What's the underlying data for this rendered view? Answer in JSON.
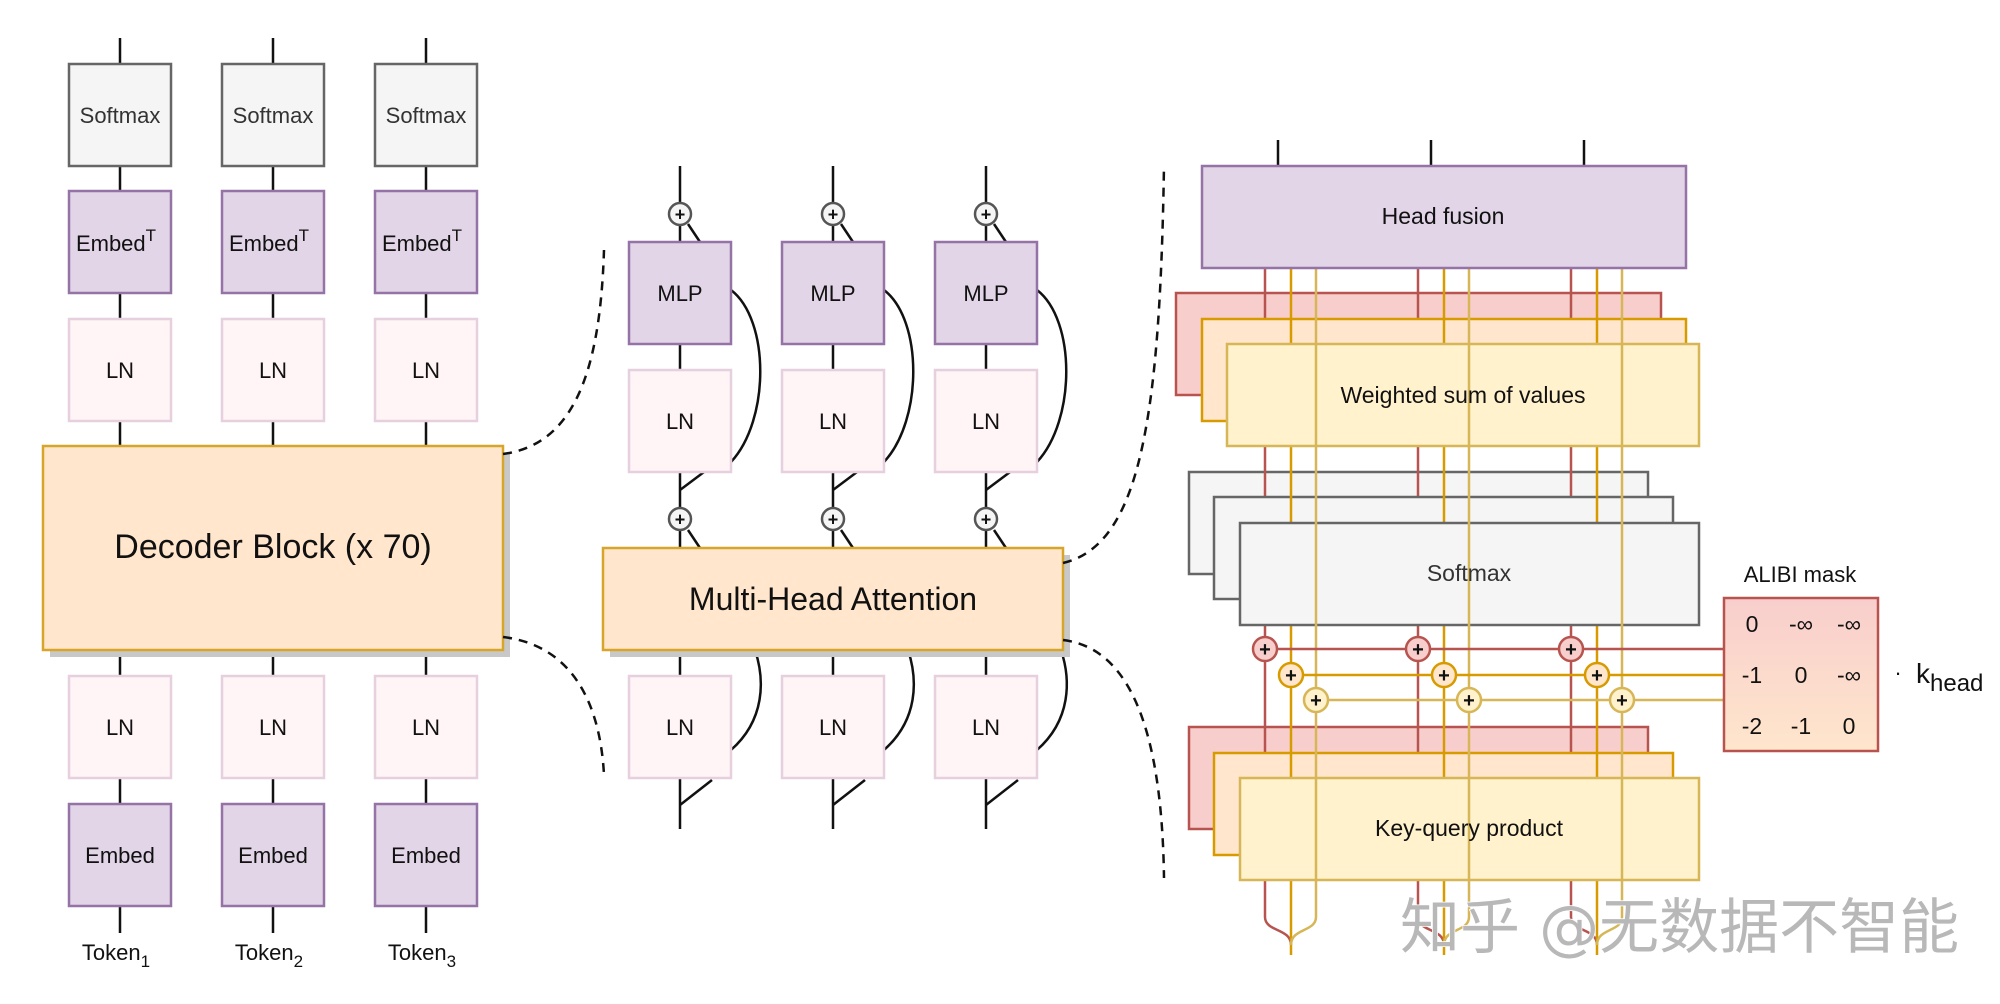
{
  "colors": {
    "softmax_fill": "#f5f5f5",
    "softmax_stroke": "#666666",
    "embed_fill": "#e1d5e7",
    "embed_stroke": "#9673a6",
    "ln_fill": "#fff4f6",
    "ln_stroke": "#e6d0de",
    "block_fill": "#ffe6cc",
    "block_stroke": "#d6a52a",
    "red_fill": "#f8cecc",
    "red_stroke": "#b85450",
    "orange_fill": "#ffe6cc",
    "orange_stroke": "#d79b00",
    "yellow_fill": "#fff2cc",
    "yellow_stroke": "#d6b656"
  },
  "left_stack": {
    "columns": [
      {
        "softmax": "Softmax",
        "embed_t": "Embed",
        "embed_t_sup": "T",
        "ln_top": "LN",
        "ln_bottom": "LN",
        "embed": "Embed",
        "token": "Token",
        "token_sub": "1"
      },
      {
        "softmax": "Softmax",
        "embed_t": "Embed",
        "embed_t_sup": "T",
        "ln_top": "LN",
        "ln_bottom": "LN",
        "embed": "Embed",
        "token": "Token",
        "token_sub": "2"
      },
      {
        "softmax": "Softmax",
        "embed_t": "Embed",
        "embed_t_sup": "T",
        "ln_top": "LN",
        "ln_bottom": "LN",
        "embed": "Embed",
        "token": "Token",
        "token_sub": "3"
      }
    ],
    "decoder_block": "Decoder Block (x 70)"
  },
  "decoder_detail": {
    "columns": [
      {
        "mlp": "MLP",
        "ln_top": "LN",
        "ln_bottom": "LN"
      },
      {
        "mlp": "MLP",
        "ln_top": "LN",
        "ln_bottom": "LN"
      },
      {
        "mlp": "MLP",
        "ln_top": "LN",
        "ln_bottom": "LN"
      }
    ],
    "attention": "Multi-Head Attention",
    "residual_symbol": "+"
  },
  "attention_detail": {
    "head_fusion": "Head fusion",
    "weighted_sum": "Weighted sum of values",
    "softmax": "Softmax",
    "key_query": "Key-query product",
    "add_symbol": "+",
    "alibi": {
      "title": "ALIBI mask",
      "matrix": [
        [
          "0",
          "-∞",
          "-∞"
        ],
        [
          "-1",
          "0",
          "-∞"
        ],
        [
          "-2",
          "-1",
          "0"
        ]
      ],
      "multiplier_dot": "·",
      "multiplier": "k",
      "multiplier_sub": "head"
    }
  },
  "watermark": "知乎 @无数据不智能"
}
